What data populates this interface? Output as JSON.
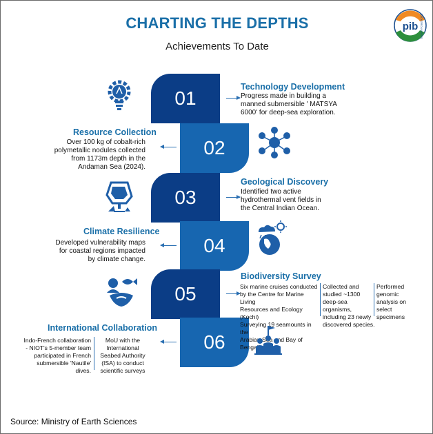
{
  "header": {
    "title": "CHARTING THE DEPTHS",
    "subtitle": "Achievements To Date",
    "logo_text": "pib",
    "logo_subtext": "BACKGROUNDERS"
  },
  "steps": [
    {
      "number": "01",
      "heading": "Technology Development",
      "text_lines": [
        "Progress made in building a",
        "manned submersible ' MATSYA",
        "6000' for deep-sea exploration."
      ],
      "icon": "lightbulb-gear-icon"
    },
    {
      "number": "02",
      "heading": "Resource Collection",
      "text_lines": [
        "Over 100 kg of cobalt-rich",
        "polymetallic nodules collected",
        "from 1173m depth in the",
        "Andaman Sea (2024)."
      ],
      "icon": "resource-network-icon"
    },
    {
      "number": "03",
      "heading": "Geological Discovery",
      "text_lines": [
        "Identified two active",
        "hydrothermal vent fields in",
        "the Central Indian Ocean."
      ],
      "icon": "geology-map-icon"
    },
    {
      "number": "04",
      "heading": "Climate Resilience",
      "text_lines": [
        "Developed vulnerability maps",
        "for coastal regions impacted",
        "by climate change."
      ],
      "icon": "climate-globe-icon"
    },
    {
      "number": "05",
      "heading": "Biodiversity Survey",
      "columns": [
        [
          "Six marine cruises conducted",
          "by the Centre for Marine Living",
          "Resources and Ecology (Kochi)",
          "Surveying 19 seamounts in the",
          "Arabian Sea and Bay of Bengal."
        ],
        [
          "Collected and",
          "studied ~1300",
          "deep-sea organisms,",
          "including 23 newly",
          "discovered species."
        ],
        [
          "Performed",
          "genomic",
          "analysis on",
          "select",
          "specimens"
        ]
      ],
      "icon": "biodiversity-icon"
    },
    {
      "number": "06",
      "heading": "International Collaboration",
      "columns": [
        [
          "Indo-French collaboration",
          "- NIOT's 5-member team",
          "participated in French",
          "submersible 'Nautile'",
          "dives."
        ],
        [
          "MoU with the",
          "International",
          "Seabed Authority",
          "(ISA) to conduct",
          "scientific surveys"
        ]
      ],
      "icon": "collaboration-handshake-icon"
    }
  ],
  "footer": {
    "source": "Source: Ministry of Earth Sciences"
  },
  "colors": {
    "dark_blue": "#0b3d86",
    "mid_blue": "#1766b0",
    "heading_blue": "#1a6fa8",
    "icon_blue": "#1f5fa8"
  }
}
